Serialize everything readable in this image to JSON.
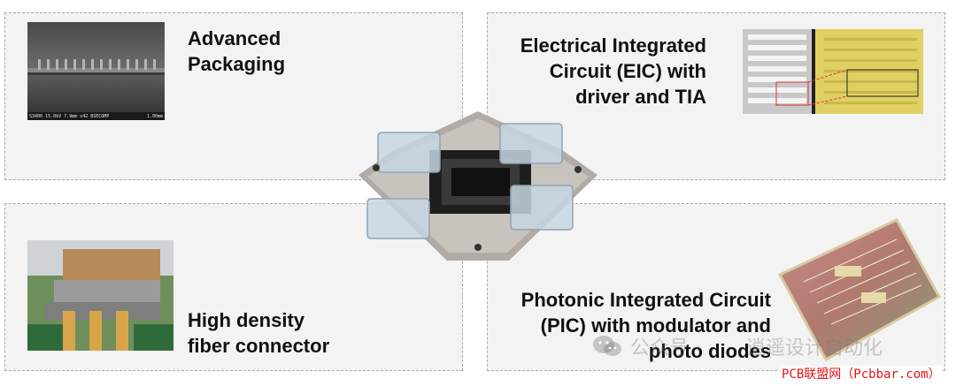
{
  "panels": {
    "top_left": {
      "title": "Advanced\nPackaging"
    },
    "top_right": {
      "title": "Electrical Integrated\nCircuit (EIC) with\ndriver and TIA"
    },
    "bottom_left": {
      "title": "High density\nfiber connector"
    },
    "bottom_right": {
      "title": "Photonic Integrated Circuit\n(PIC) with modulator and\nphoto diodes"
    }
  },
  "sem_caption": {
    "left": "S3400 15.0kV 7.9mm x42 BSECOMP",
    "right": "1.00mm"
  },
  "watermark": {
    "left": "公众号 ·",
    "right": "逍遥设计自动化"
  },
  "badge": "PCB联盟网（Pcbbar.com）",
  "colors": {
    "panel_bg": "#f3f3f3",
    "badge_text": "#e01414"
  }
}
